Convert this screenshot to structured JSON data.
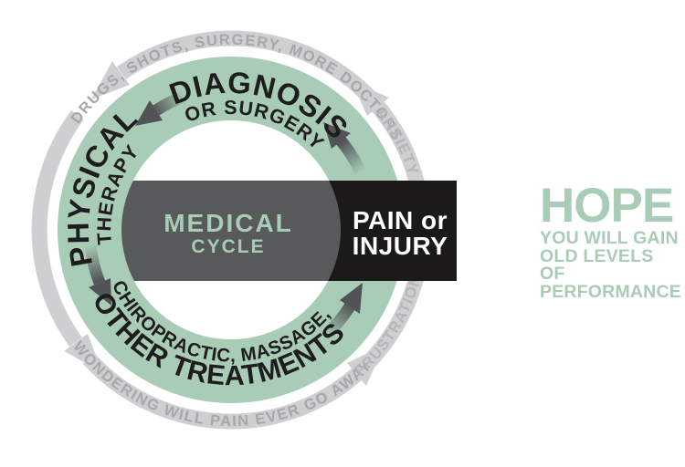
{
  "colors": {
    "bg": "#ffffff",
    "green": "#a8ccb6",
    "ring_text": "#1e1c1d",
    "dark_band": "#58595b",
    "black_band": "#1b1a19",
    "band_text_white": "#ffffff",
    "arc_fill": "#cdcfd1",
    "arc_text": "#a5a7aa",
    "arc_text_side": "#b4b6b8",
    "arrow_dark": "#515357"
  },
  "cycle": {
    "center_title": "MEDICAL",
    "center_subtitle": "CYCLE",
    "pain_line1": "PAIN or",
    "pain_line2": "INJURY",
    "stages": {
      "top_big": "DIAGNOSIS",
      "top_small": "OR SURGERY",
      "left_big": "PHYSICAL",
      "left_small": "THERAPY",
      "bottom_small": "CHIROPRACTIC, MASSAGE,",
      "bottom_big": "OTHER TREATMENTS"
    },
    "outer": {
      "top": "DRUGS, SHOTS, SURGERY, MORE DOCTORS",
      "right_top": "ANXIETY",
      "right_bottom": "FRUSTRATION",
      "bottom": "WONDERING WILL PAIN EVER GO AWAY"
    }
  },
  "hope": {
    "title": "HOPE",
    "lines": [
      "YOU WILL GAIN",
      "OLD LEVELS OF",
      "PERFORMANCE"
    ]
  }
}
